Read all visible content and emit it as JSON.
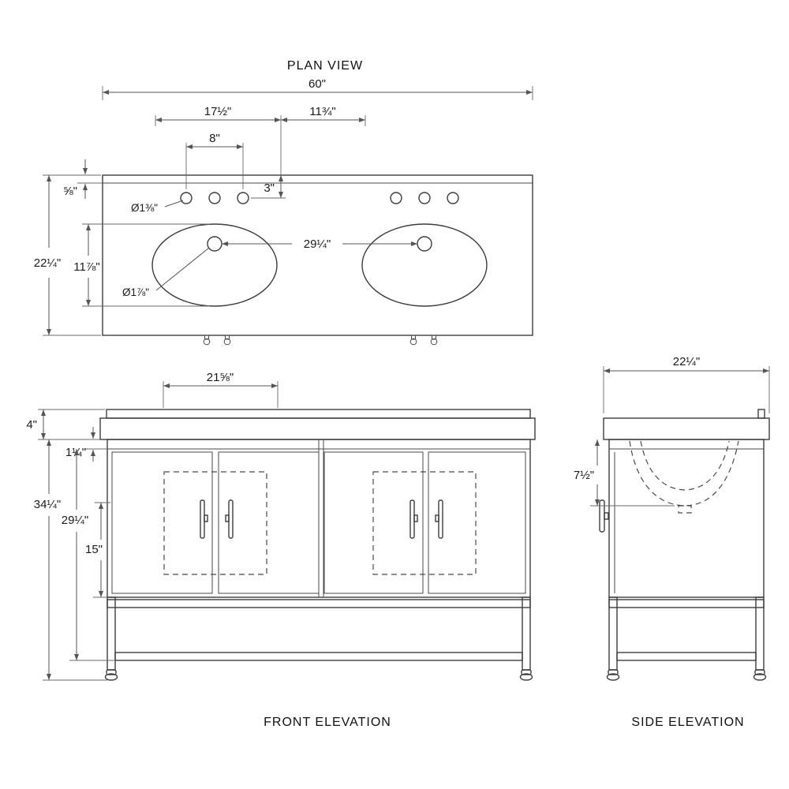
{
  "titles": {
    "plan": "PLAN VIEW",
    "front": "FRONT ELEVATION",
    "side": "SIDE ELEVATION"
  },
  "plan": {
    "dims": {
      "overall_width": "60\"",
      "sink_width": "17½\"",
      "sink_gap": "11¾\"",
      "faucet_spread": "8\"",
      "faucet_setback": "3\"",
      "backsplash": "⅝\"",
      "overall_depth": "22¼\"",
      "sink_depth": "11⅞\"",
      "faucet_hole_dia": "Ø1⅜\"",
      "drain_dia": "Ø1⅞\"",
      "drain_spacing": "29¼\""
    }
  },
  "front": {
    "dims": {
      "top_width": "21⅝\"",
      "counter_height": "4\"",
      "frame_reveal": "1¼\"",
      "overall_height": "34¼\"",
      "cabinet_height": "29¼\"",
      "door_panel_height": "15\""
    }
  },
  "side": {
    "dims": {
      "depth": "22¼\"",
      "bowl_depth": "7½\""
    }
  }
}
